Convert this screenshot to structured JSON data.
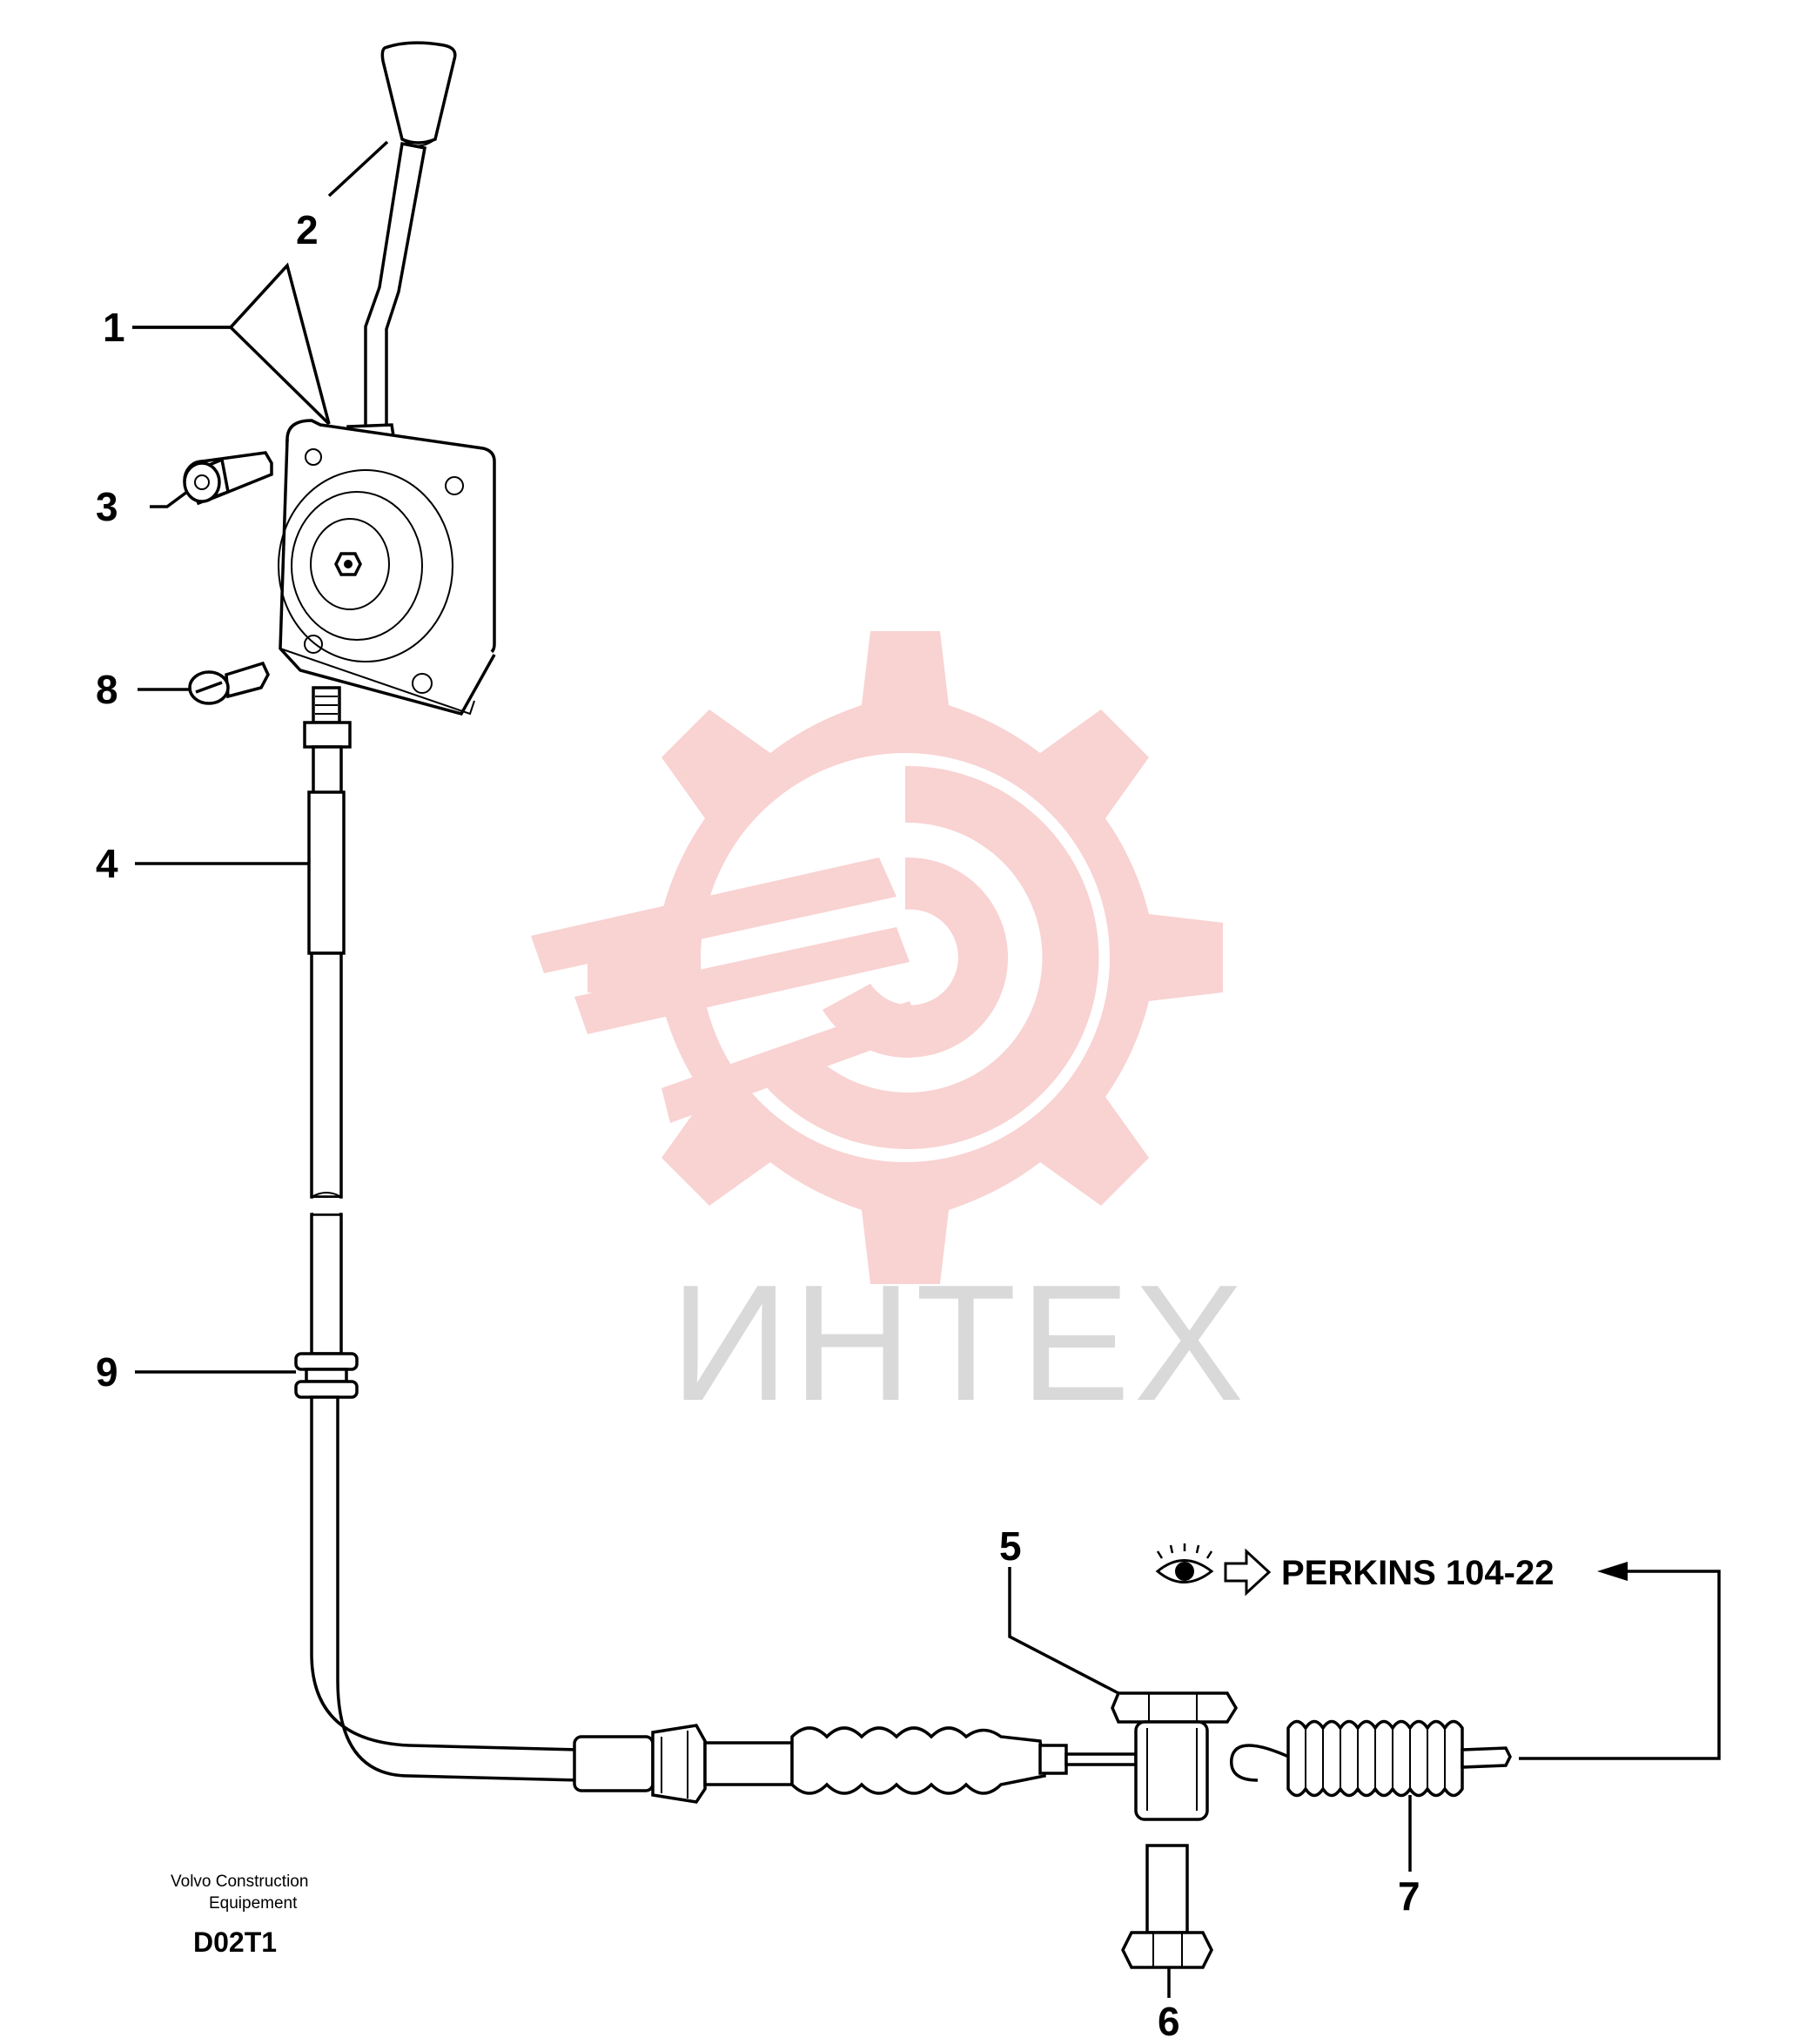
{
  "watermark": {
    "text": "ИНТЕХ",
    "color": "#f9d2d2",
    "text_color": "#d9d9d9"
  },
  "callouts": [
    {
      "id": "1",
      "label": "1"
    },
    {
      "id": "2",
      "label": "2"
    },
    {
      "id": "3",
      "label": "3"
    },
    {
      "id": "4",
      "label": "4"
    },
    {
      "id": "5",
      "label": "5"
    },
    {
      "id": "6",
      "label": "6"
    },
    {
      "id": "7",
      "label": "7"
    },
    {
      "id": "8",
      "label": "8"
    },
    {
      "id": "9",
      "label": "9"
    }
  ],
  "reference": {
    "text": "PERKINS 104-22",
    "icons": [
      "eye-icon",
      "arrow-right-icon"
    ]
  },
  "footer": {
    "line1": "Volvo Construction",
    "line2": "Equipement",
    "code": "D02T1"
  }
}
